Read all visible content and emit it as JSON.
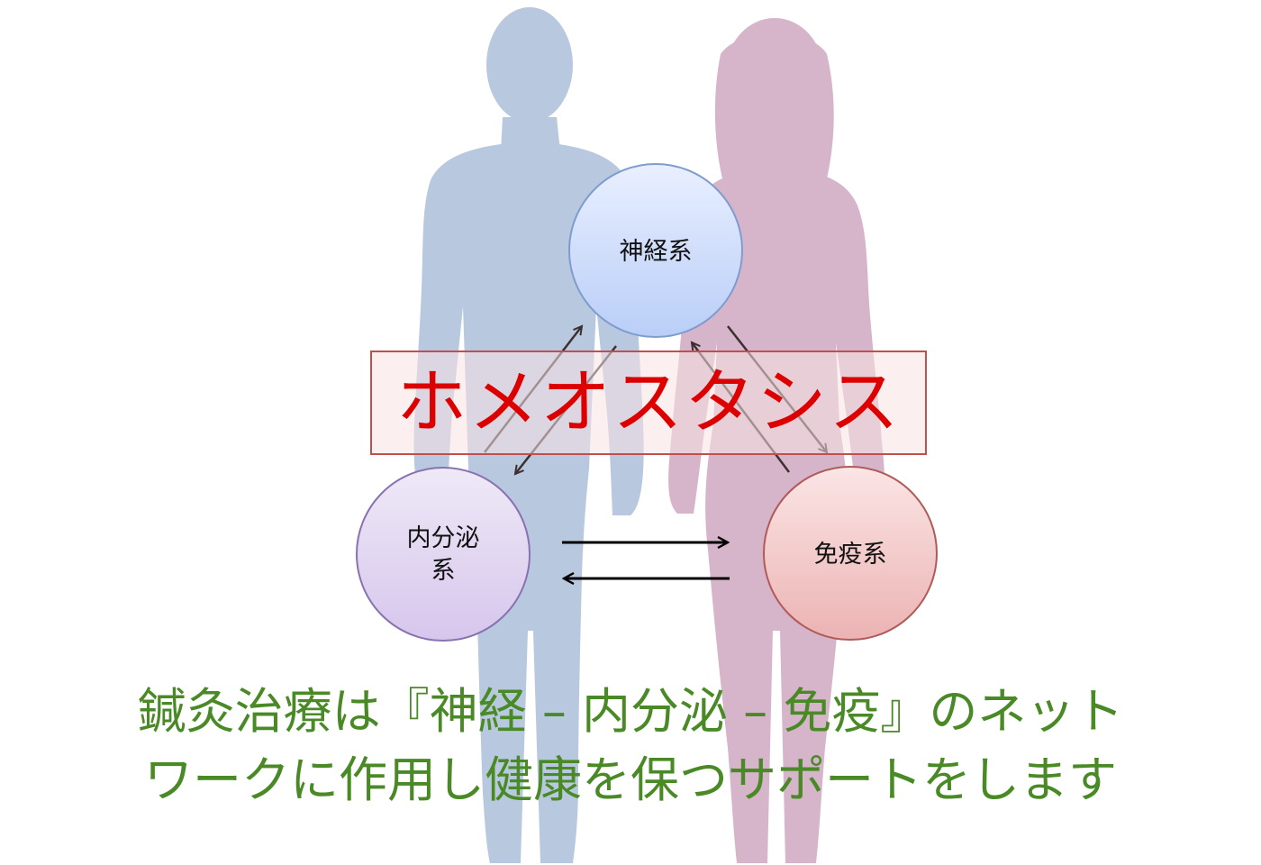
{
  "banner": {
    "text": "ホメオスタシス"
  },
  "nodes": {
    "nervous": {
      "label": "神経系"
    },
    "endocrine": {
      "label_line1": "内分泌",
      "label_line2": "系"
    },
    "immune": {
      "label": "免疫系"
    }
  },
  "caption": {
    "line1": "鍼灸治療は『神経 – 内分泌 – 免疫』のネット",
    "line2": "ワークに作用し健康を保つサポートをします"
  },
  "colors": {
    "male_silhouette": "#b8c8df",
    "female_silhouette": "#d6b5cb",
    "banner_border": "#c0504d",
    "banner_text": "#dd0000",
    "caption_text": "#4a8a26",
    "nervous_node": "#c5d6f5",
    "endocrine_node": "#ddd3ef",
    "immune_node": "#f1cfcf"
  }
}
